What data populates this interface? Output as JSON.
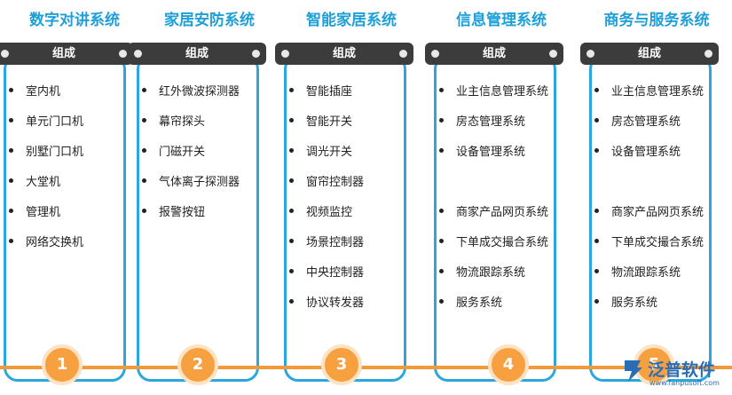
{
  "columns": [
    {
      "title": "数字对讲系统",
      "header": "组成",
      "number": "1",
      "items": [
        "室内机",
        "单元门口机",
        "别墅门口机",
        "大堂机",
        "管理机",
        "网络交换机"
      ]
    },
    {
      "title": "家居安防系统",
      "header": "组成",
      "number": "2",
      "items": [
        "红外微波探测器",
        "幕帘探头",
        "门磁开关",
        "气体离子探测器",
        "报警按钮"
      ]
    },
    {
      "title": "智能家居系统",
      "header": "组成",
      "number": "3",
      "items": [
        "智能插座",
        "智能开关",
        "调光开关",
        "窗帘控制器",
        "视频监控",
        "场景控制器",
        "中央控制器",
        "协议转发器"
      ]
    },
    {
      "title": "信息管理系统",
      "header": "组成",
      "number": "4",
      "items": [
        "业主信息管理系统",
        "房态管理系统",
        "设备管理系统",
        "",
        "商家产品网页系统",
        "下单成交撮合系统",
        "物流跟踪系统",
        "服务系统"
      ]
    },
    {
      "title": "商务与服务系统",
      "header": "组成",
      "number": "5",
      "items": [
        "业主信息管理系统",
        "房态管理系统",
        "设备管理系统",
        "",
        "商家产品网页系统",
        "下单成交撮合系统",
        "物流跟踪系统",
        "服务系统"
      ]
    }
  ],
  "watermark": {
    "brand": "泛普软件",
    "url": "www.fanpusoft.com"
  },
  "colors": {
    "title": "#1f9fd8",
    "panel_border": "#2aa7dc",
    "pill": "#3c3c3c",
    "timeline": "#f29a3a",
    "circle": "#f7a040"
  }
}
